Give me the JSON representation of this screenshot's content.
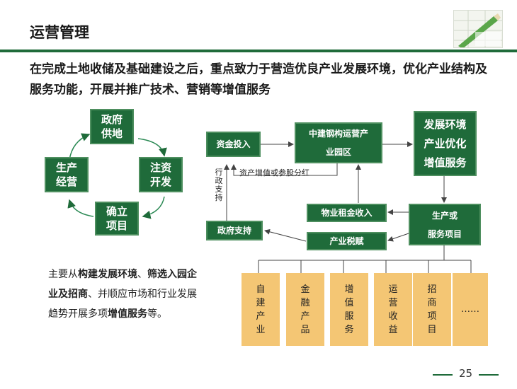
{
  "header": {
    "title": "运营管理",
    "image_icon": "pencil-drawing-image"
  },
  "intro": "在完成土地收储及基础建设之后，重点致力于营造优良产业发展环境，优化产业结构及服务功能，开展并推广技术、营销等增值服务",
  "cycle": {
    "top": "政府\n供地",
    "right": "注资\n开发",
    "bottom": "确立\n项目",
    "left": "生产\n经营"
  },
  "flow": {
    "capital": "资金投入",
    "park": "中建钢构运营产\n业园区",
    "env": "发展环境\n产业优化\n增值服务",
    "production": "生产或\n服务项目",
    "rent": "物业租金收入",
    "tax": "产业税赋",
    "gov": "政府支持",
    "label_dividend": "资产增值或参股分红",
    "label_admin": "行政支持"
  },
  "categories": [
    "自建产业",
    "金融产品",
    "增值服务",
    "运营收益",
    "招商项目",
    "……"
  ],
  "note": {
    "p1": "主要从",
    "b1": "构建发展环境",
    "p2": "、",
    "b2": "筛选入园企业及招商",
    "p3": "、并顺应市场和行业发展趋势开展多项",
    "b3": "增值服务",
    "p4": "等。"
  },
  "page_number": "25",
  "colors": {
    "green": "#1f6b3a",
    "yellow": "#f4c674"
  }
}
